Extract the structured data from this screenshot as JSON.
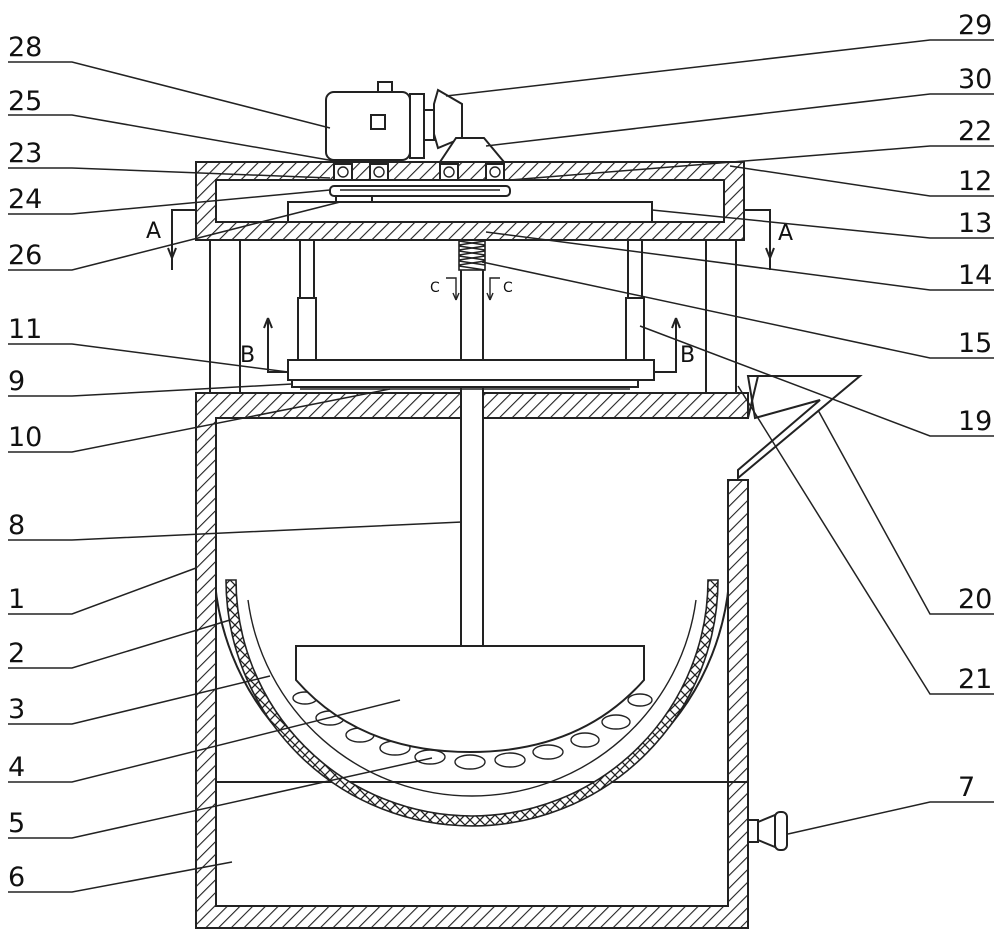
{
  "labels": {
    "l1": "1",
    "l2": "2",
    "l3": "3",
    "l4": "4",
    "l5": "5",
    "l6": "6",
    "l7": "7",
    "l8": "8",
    "l9": "9",
    "l10": "10",
    "l11": "11",
    "l12": "12",
    "l13": "13",
    "l14": "14",
    "l15": "15",
    "l19": "19",
    "l20": "20",
    "l21": "21",
    "l22": "22",
    "l23": "23",
    "l24": "24",
    "l25": "25",
    "l26": "26",
    "l28": "28",
    "l29": "29",
    "l30": "30"
  },
  "sections": {
    "a": "A",
    "b": "B",
    "c": "C"
  },
  "colors": {
    "line": "#222222",
    "background": "#ffffff"
  }
}
